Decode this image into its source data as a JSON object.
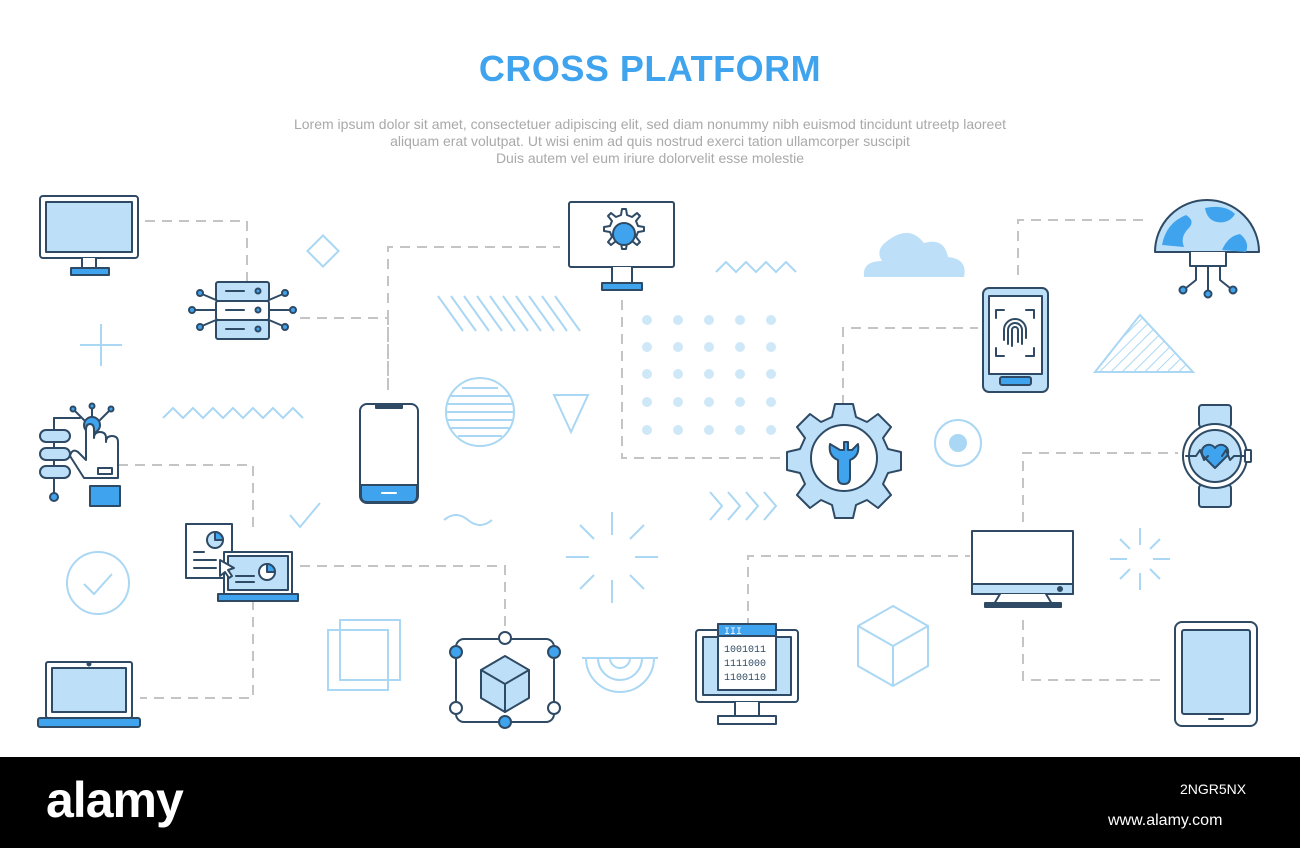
{
  "title": "CROSS PLATFORM",
  "description": [
    "Lorem ipsum dolor sit amet, consectetuer adipiscing elit, sed diam nonummy nibh euismod tincidunt utreetp laoreet",
    "aliquam erat volutpat. Ut wisi enim ad  quis nostrud exerci tation ullamcorper suscipit",
    "Duis autem vel eum iriure dolorvelit esse molestie"
  ],
  "binary_lines": [
    "1001011",
    "1111000",
    "1100110"
  ],
  "binary_header": "III",
  "colors": {
    "accent": "#3fa3ee",
    "fill": "#bde0f8",
    "outline": "#2e4a64",
    "decor": "#aad7f3",
    "connector": "#c4c4c4",
    "footer": "#000000"
  },
  "footer": {
    "logo": "alamy",
    "image_id": "2NGR5NX",
    "site": "www.alamy.com"
  },
  "icons": [
    "monitor-icon",
    "server-network-icon",
    "touch-robot-hand-icon",
    "presentation-documents-icon",
    "laptop-icon",
    "smartphone-icon",
    "monitor-gear-icon",
    "blockchain-cube-icon",
    "binary-code-computer-icon",
    "gear-wrench-icon",
    "fingerprint-phone-icon",
    "globe-network-icon",
    "smartwatch-heart-icon",
    "tv-monitor-icon",
    "tablet-icon",
    "cloud-icon"
  ]
}
